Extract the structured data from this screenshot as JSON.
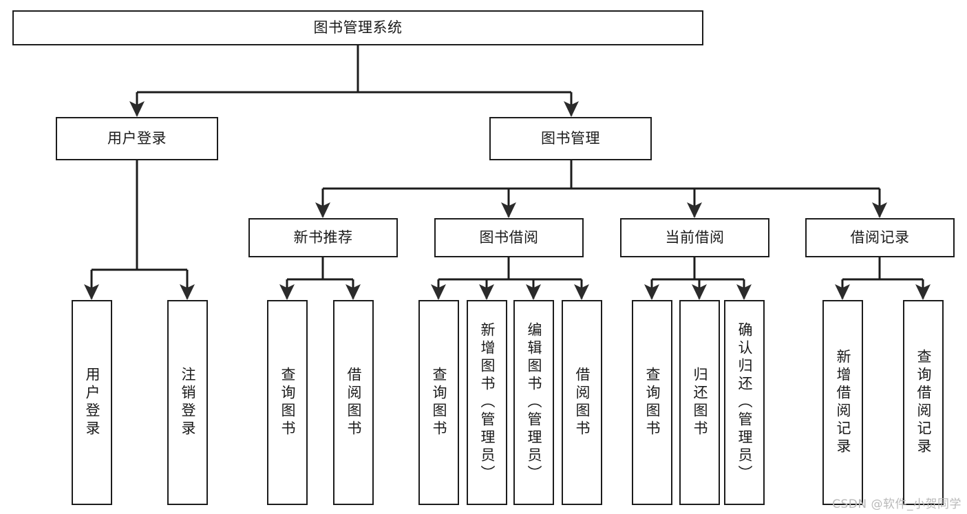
{
  "diagram": {
    "title": "图书管理系统",
    "watermark": "CSDN @软件_小贺同学",
    "line_color": "#1c1c1c",
    "box_fill": "#ffffff",
    "text_color": "#1a1a1a",
    "levels": {
      "root": {
        "label": "图书管理系统"
      },
      "level2": [
        {
          "label": "用户登录"
        },
        {
          "label": "图书管理"
        }
      ],
      "level3": [
        {
          "label": "新书推荐"
        },
        {
          "label": "图书借阅"
        },
        {
          "label": "当前借阅"
        },
        {
          "label": "借阅记录"
        }
      ],
      "leaves": [
        {
          "label": "用户登录",
          "parent": "用户登录"
        },
        {
          "label": "注销登录",
          "parent": "用户登录"
        },
        {
          "label": "查询图书",
          "parent": "新书推荐"
        },
        {
          "label": "借阅图书",
          "parent": "新书推荐"
        },
        {
          "label": "查询图书",
          "parent": "图书借阅"
        },
        {
          "label": "新增图书（管理员）",
          "parent": "图书借阅"
        },
        {
          "label": "编辑图书（管理员）",
          "parent": "图书借阅"
        },
        {
          "label": "借阅图书",
          "parent": "图书借阅"
        },
        {
          "label": "查询图书",
          "parent": "当前借阅"
        },
        {
          "label": "归还图书",
          "parent": "当前借阅"
        },
        {
          "label": "确认归还（管理员）",
          "parent": "当前借阅"
        },
        {
          "label": "新增借阅记录",
          "parent": "借阅记录"
        },
        {
          "label": "查询借阅记录",
          "parent": "借阅记录"
        }
      ]
    }
  }
}
